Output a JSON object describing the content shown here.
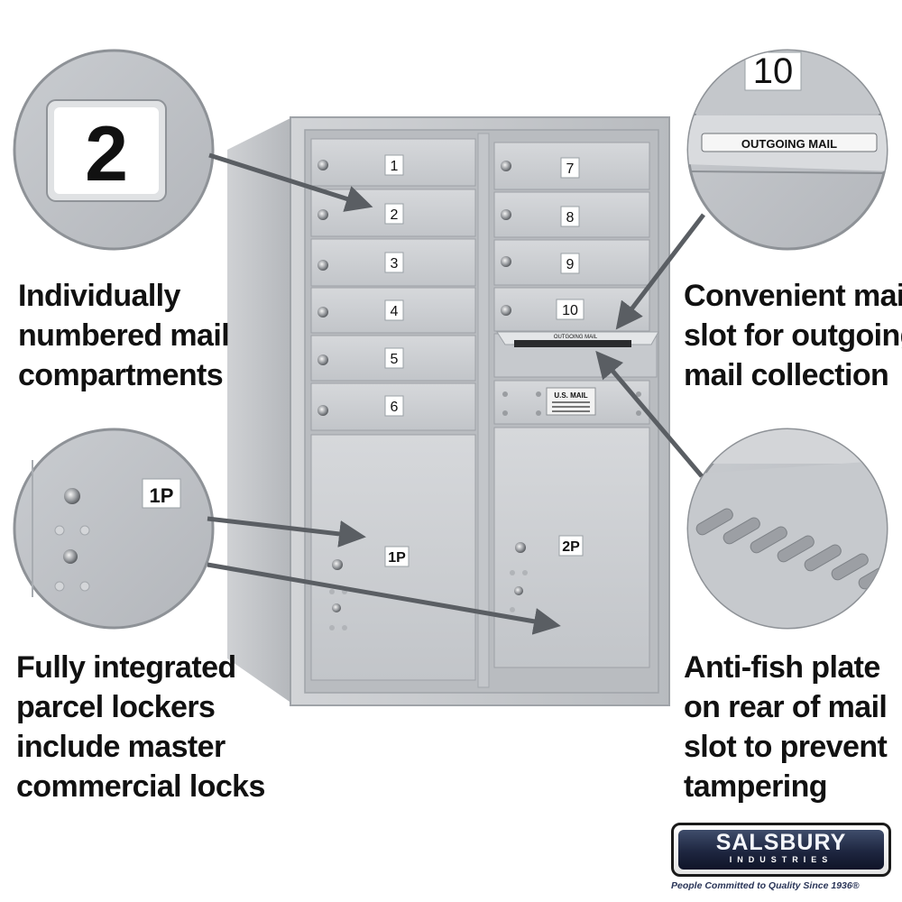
{
  "captions": {
    "numbered": [
      "Individually",
      "numbered mail",
      "compartments"
    ],
    "outgoing": [
      "Convenient mail",
      "slot for outgoing",
      "mail collection"
    ],
    "parcel": [
      "Fully integrated",
      "parcel lockers",
      "include master",
      "commercial locks"
    ],
    "antifish": [
      "Anti-fish plate",
      "on rear of mail",
      "slot to prevent",
      "tampering"
    ]
  },
  "compartments_left": [
    "1",
    "2",
    "3",
    "4",
    "5",
    "6"
  ],
  "compartments_right": [
    "7",
    "8",
    "9",
    "10"
  ],
  "parcel_labels": [
    "1P",
    "2P"
  ],
  "outgoing_label": "OUTGOING MAIL",
  "usmail_label": "U.S. MAIL",
  "zoom_number_label": "2",
  "zoom_top_number": "10",
  "zoom_parcel_label": "1P",
  "zoom_outgoing_label": "OUTGOING MAIL",
  "logo": {
    "brand": "SALSBURY",
    "sub": "INDUSTRIES",
    "tagline": "People Committed to Quality Since 1936®"
  },
  "colors": {
    "aluminum": "#c9ccd0",
    "aluminum_dark": "#a7abb1",
    "arrow": "#5a5e63",
    "logo_navy": "#1e2640"
  }
}
